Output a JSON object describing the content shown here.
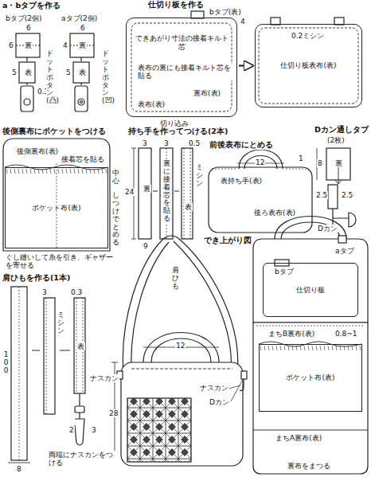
{
  "diagram": {
    "nodes": [
      {
        "text": [
          "できあがり寸法の接着キルト芯"
        ]
      },
      {
        "text": [
          "仕切り板表布(表)"
        ]
      },
      {
        "text": [
          "ポケット布(表)"
        ]
      },
      {
        "text": [
          "仕切り板"
        ]
      },
      {
        "text": [
          "ポケット布(表)"
        ]
      }
    ],
    "edges": [
      {
        "from": 0,
        "to": 1,
        "arrow": "to"
      }
    ],
    "labels": [
      "a・bタブを作る",
      "bタブ(2個)",
      "aタブ(2個)",
      "6",
      "6",
      "6",
      "4",
      "裏",
      "裏",
      "5",
      "5",
      "表",
      "表",
      "0.3",
      "ドットボタン(凸)",
      "ドットボタン(凹)",
      "仕切り板を作る",
      "bタブ(表)",
      "4",
      "表布の裏にも接着キルト芯を貼る",
      "裏布(表)",
      "表布(表)",
      "切り込み",
      "0.2ミシン",
      "Dカン通しタブ",
      "(2枚)",
      "8",
      "裏",
      "2.5",
      "2.5",
      "Dカン",
      "後側裏布にポケットをつける",
      "後側裏布(表)",
      "接着芯を貼る",
      "中心",
      "しつけでとめる",
      "ぐし縫いして糸を引き、ギャザーを寄せる",
      "持ち手を作ってつける(2本)",
      "3",
      "24",
      "裏",
      "9",
      "3",
      "裏に接着芯を貼る",
      "0.5",
      "ミシン",
      "表",
      "前後表布にとめる",
      "1",
      "12",
      "表持ち手(表)",
      "後ろ表布(表)",
      "肩ひもを作る(1本)",
      "100",
      "8",
      "3",
      "ミシン",
      "0.3",
      "表",
      "ナスカン",
      "2",
      "3",
      "両端にナスカンをつける",
      "でき上がり図",
      "肩ひも",
      "12",
      "ナスカン",
      "Dカン",
      "28",
      "aタブ",
      "bタブ",
      "0.8~1",
      "まちB裏布(表)",
      "まちA裏布(表)",
      "裏布をまつる"
    ]
  }
}
